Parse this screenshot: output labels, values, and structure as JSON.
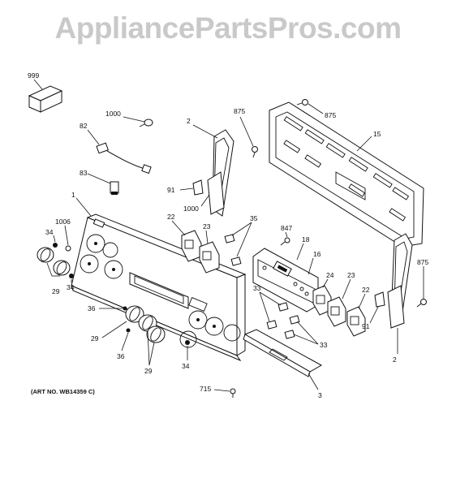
{
  "watermark": "AppliancePartsPros.com",
  "art_number": "(ART NO. WB14359 C)",
  "callouts": {
    "c999": "999",
    "c1000a": "1000",
    "c82": "82",
    "c83": "83",
    "c1": "1",
    "c1006": "1006",
    "c34a": "34",
    "c29a": "29",
    "c34b": "34",
    "c2a": "2",
    "c875a": "875",
    "c91a": "91",
    "c1000b": "1000",
    "c875b": "875",
    "c15": "15",
    "c22a": "22",
    "c23a": "23",
    "c35": "35",
    "c847": "847",
    "c18": "18",
    "c16": "16",
    "c875c": "875",
    "c24": "24",
    "c23b": "23",
    "c22b": "22",
    "c33a": "33",
    "c33b": "33",
    "c36a": "36",
    "c29b": "29",
    "c36b": "36",
    "c29c": "29",
    "c34c": "34",
    "c91b": "91",
    "c2b": "2",
    "c715": "715",
    "c3": "3"
  }
}
